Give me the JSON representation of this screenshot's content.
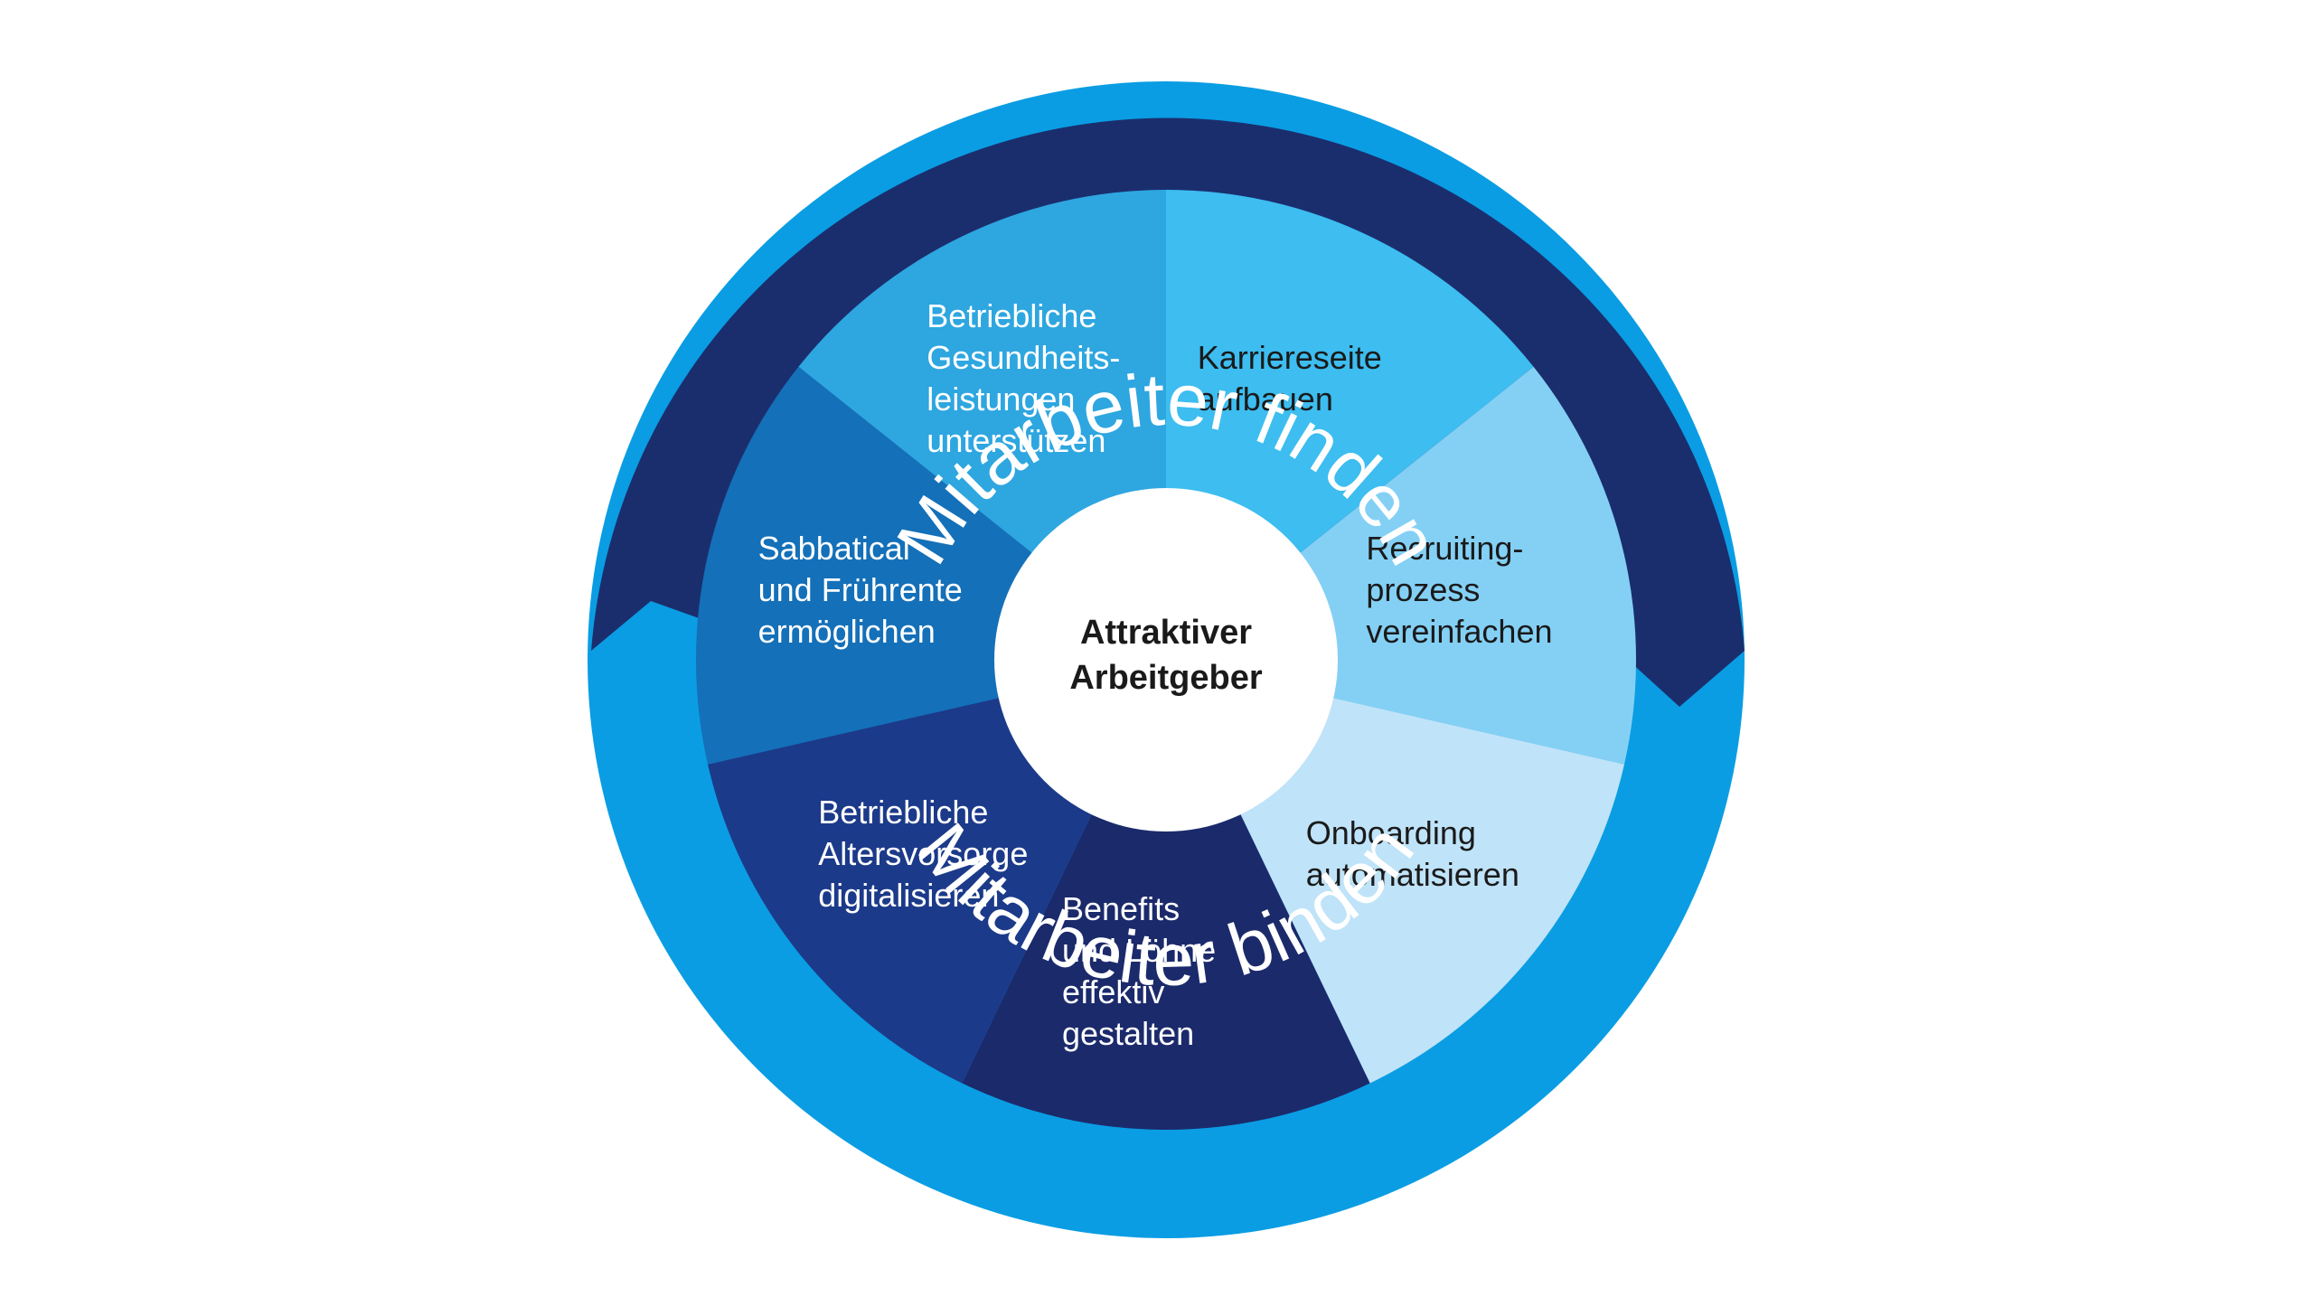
{
  "diagram": {
    "top_ring_label": "Mitarbeiter finden",
    "bottom_ring_label": "Mitarbeiter binden",
    "center_label": [
      "Attraktiver",
      "Arbeitgeber"
    ],
    "colors": {
      "outer_top": "#1a2e6e",
      "outer_bottom": "#0a9de3",
      "center": "#ffffff"
    },
    "segments": [
      {
        "id": "karriereseite",
        "lines": [
          "Karriereseite",
          "aufbauen"
        ],
        "color": "#3dbdf0",
        "text_color": "#1a1a1a"
      },
      {
        "id": "recruiting",
        "lines": [
          "Recruiting-",
          "prozess",
          "vereinfachen"
        ],
        "color": "#84d0f5",
        "text_color": "#1a1a1a"
      },
      {
        "id": "onboarding",
        "lines": [
          "Onboarding",
          "automatisieren"
        ],
        "color": "#bfe3f8",
        "text_color": "#1a1a1a"
      },
      {
        "id": "benefits",
        "lines": [
          "Benefits",
          "und Löhne",
          "effektiv",
          "gestalten"
        ],
        "color": "#1b2a6b",
        "text_color": "#ffffff"
      },
      {
        "id": "altersvorsorge",
        "lines": [
          "Betriebliche",
          "Altersvorsorge",
          "digitalisieren"
        ],
        "color": "#1c3a8a",
        "text_color": "#ffffff"
      },
      {
        "id": "sabbatical",
        "lines": [
          "Sabbatical",
          "und Frührente",
          "ermöglichen"
        ],
        "color": "#1470b8",
        "text_color": "#ffffff"
      },
      {
        "id": "gesundheit",
        "lines": [
          "Betriebliche",
          "Gesundheits-",
          "leistungen",
          "unterstützen"
        ],
        "color": "#2ea6e0",
        "text_color": "#ffffff"
      }
    ]
  }
}
